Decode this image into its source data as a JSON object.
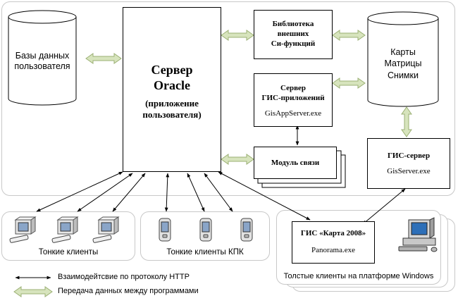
{
  "user_db": {
    "line1": "Базы данных",
    "line2": "пользователя"
  },
  "oracle": {
    "title1": "Сервер",
    "title2": "Oracle",
    "sub1": "(приложение",
    "sub2": "пользователя)"
  },
  "library": {
    "line1": "Библиотека",
    "line2": "внешних",
    "line3": "Си-функций"
  },
  "gis_app_server": {
    "line1": "Сервер",
    "line2": "ГИС-приложений",
    "exe": "GisAppServer.exe"
  },
  "comm_module": {
    "label": "Модуль связи"
  },
  "maps_db": {
    "line1": "Карты",
    "line2": "Матрицы",
    "line3": "Снимки"
  },
  "gis_server": {
    "title": "ГИС-сервер",
    "exe": "GisServer.exe"
  },
  "thin_clients": {
    "label": "Тонкие клиенты"
  },
  "pda_clients": {
    "label": "Тонкие клиенты КПК"
  },
  "fat_clients": {
    "title": "ГИС «Карта 2008»",
    "exe": "Panorama.exe",
    "label": "Толстые клиенты на платформе Windows"
  },
  "legend": {
    "http": "Взаимодейтсвие по протоколу HTTP",
    "transfer": "Передача данных между программами"
  }
}
